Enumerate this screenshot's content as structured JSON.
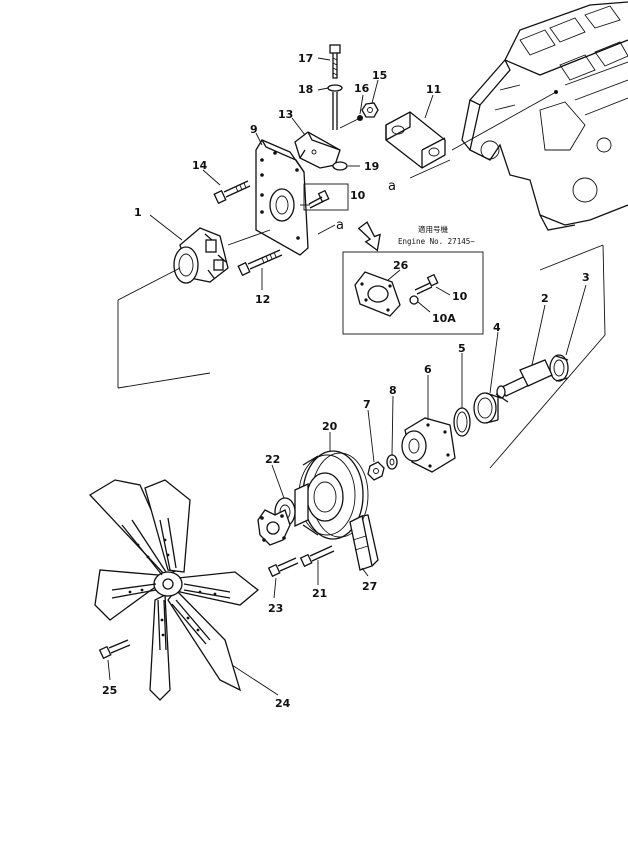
{
  "callouts": {
    "p1": "1",
    "p2": "2",
    "p3": "3",
    "p4": "4",
    "p5": "5",
    "p6": "6",
    "p7": "7",
    "p8": "8",
    "p9": "9",
    "p10": "10",
    "p10b": "10",
    "p10a": "10A",
    "p11": "11",
    "p12": "12",
    "p13": "13",
    "p14": "14",
    "p15": "15",
    "p16": "16",
    "p17": "17",
    "p18": "18",
    "p19": "19",
    "p20": "20",
    "p21": "21",
    "p22": "22",
    "p23": "23",
    "p24": "24",
    "p25": "25",
    "p26": "26",
    "p27": "27"
  },
  "refs": {
    "a1": "a",
    "a2": "a"
  },
  "note": {
    "line1": "適用号機",
    "line2": "Engine No. 27145~"
  }
}
